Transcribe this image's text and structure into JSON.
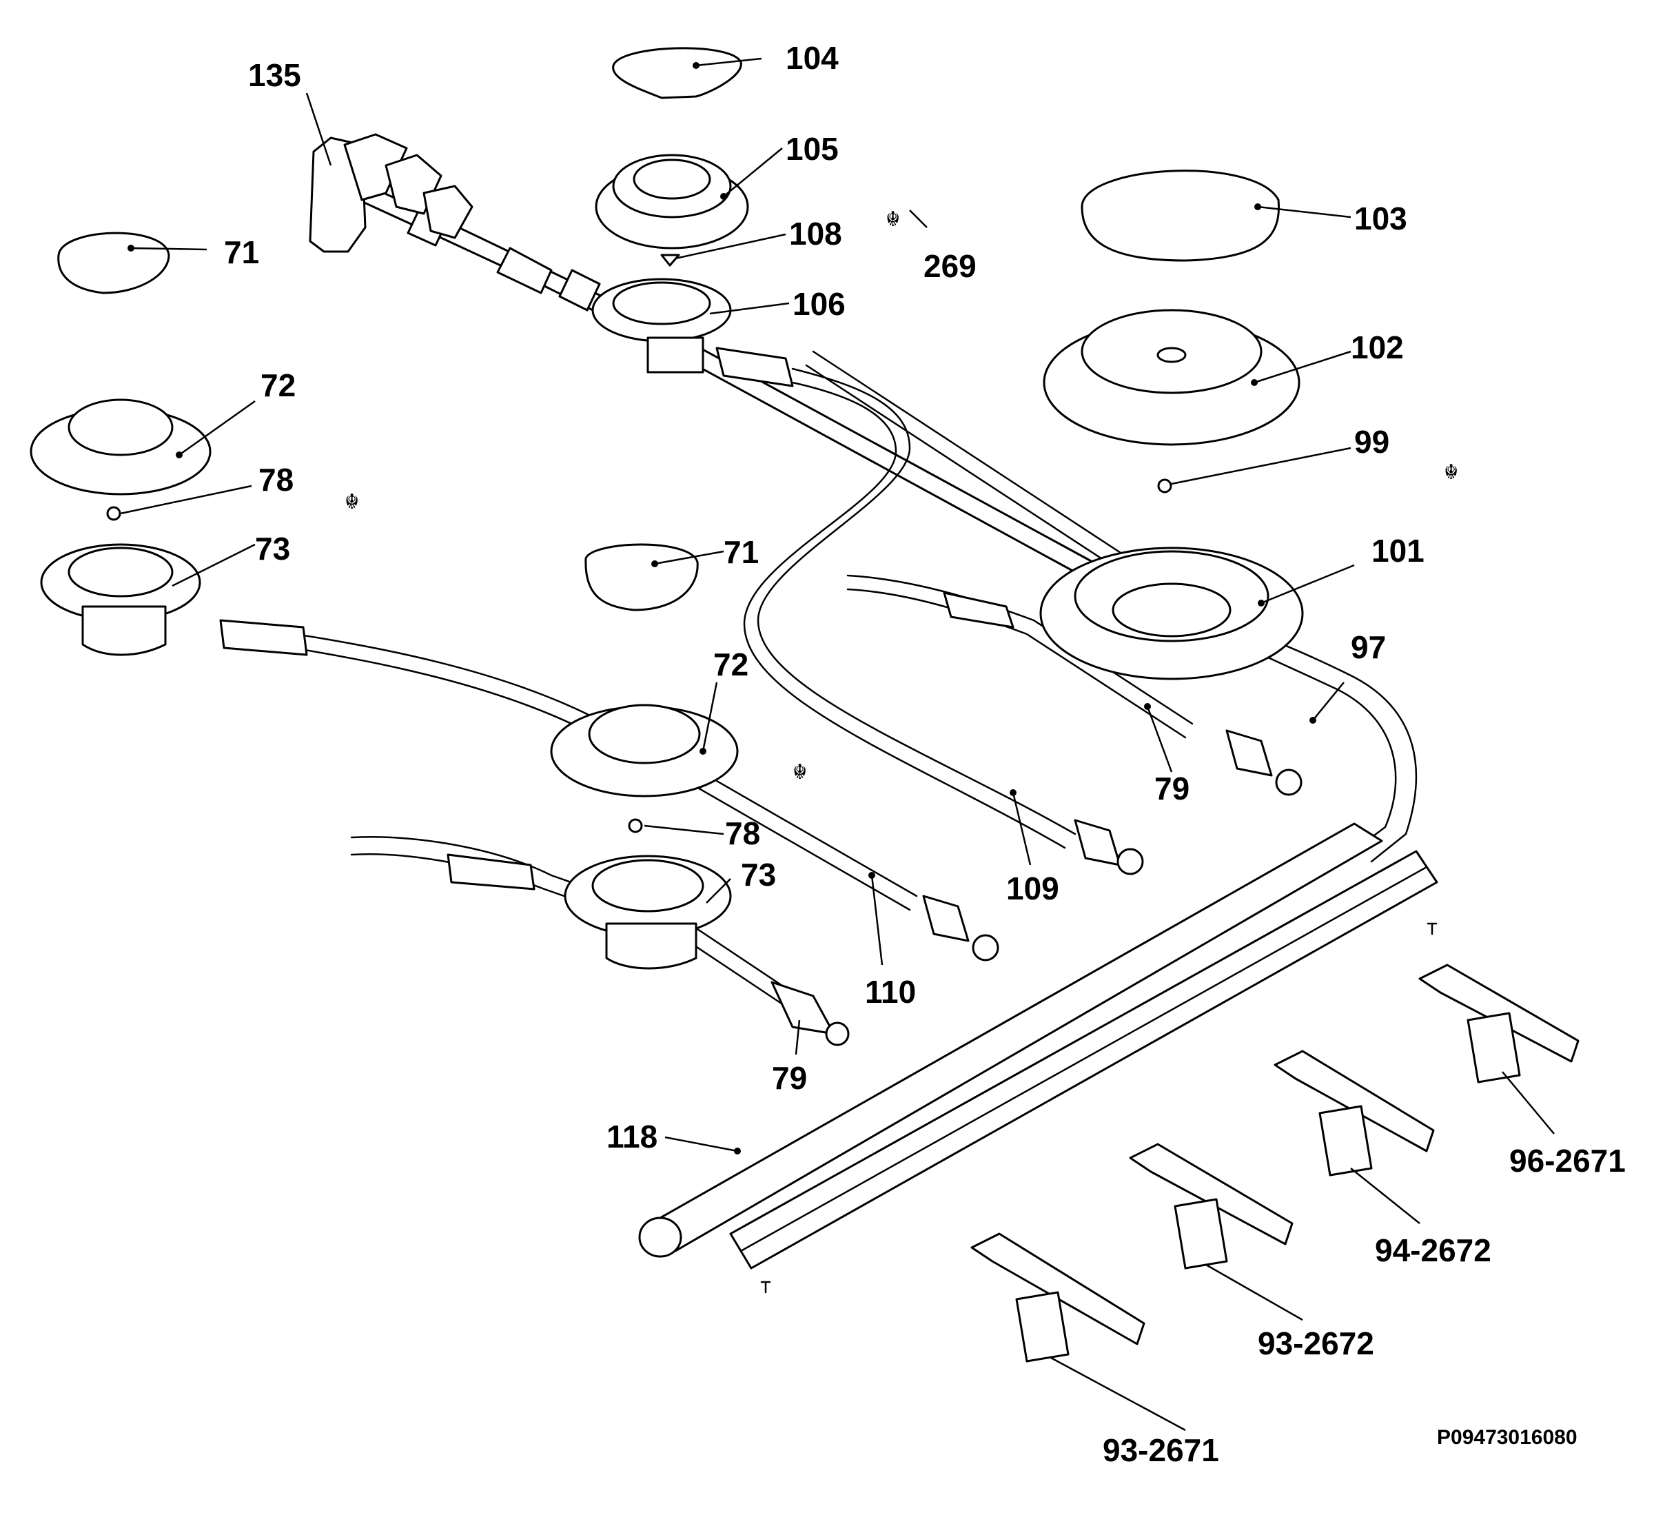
{
  "labels": {
    "l104": "104",
    "l135": "135",
    "l105": "105",
    "l103": "103",
    "l71a": "71",
    "l108": "108",
    "l269": "269",
    "l106": "106",
    "l102": "102",
    "l72a": "72",
    "l99": "99",
    "l78a": "78",
    "l73a": "73",
    "l101": "101",
    "l71b": "71",
    "l97": "97",
    "l72b": "72",
    "l79a": "79",
    "l78b": "78",
    "l73b": "73",
    "l109": "109",
    "l110": "110",
    "l79b": "79",
    "l118": "118",
    "l96_2671": "96-2671",
    "l94_2672": "94-2672",
    "l93_2672": "93-2672",
    "l93_2671": "93-2671"
  },
  "drawing_code": "P09473016080",
  "colors": {
    "line": "#000000",
    "background": "#ffffff"
  }
}
